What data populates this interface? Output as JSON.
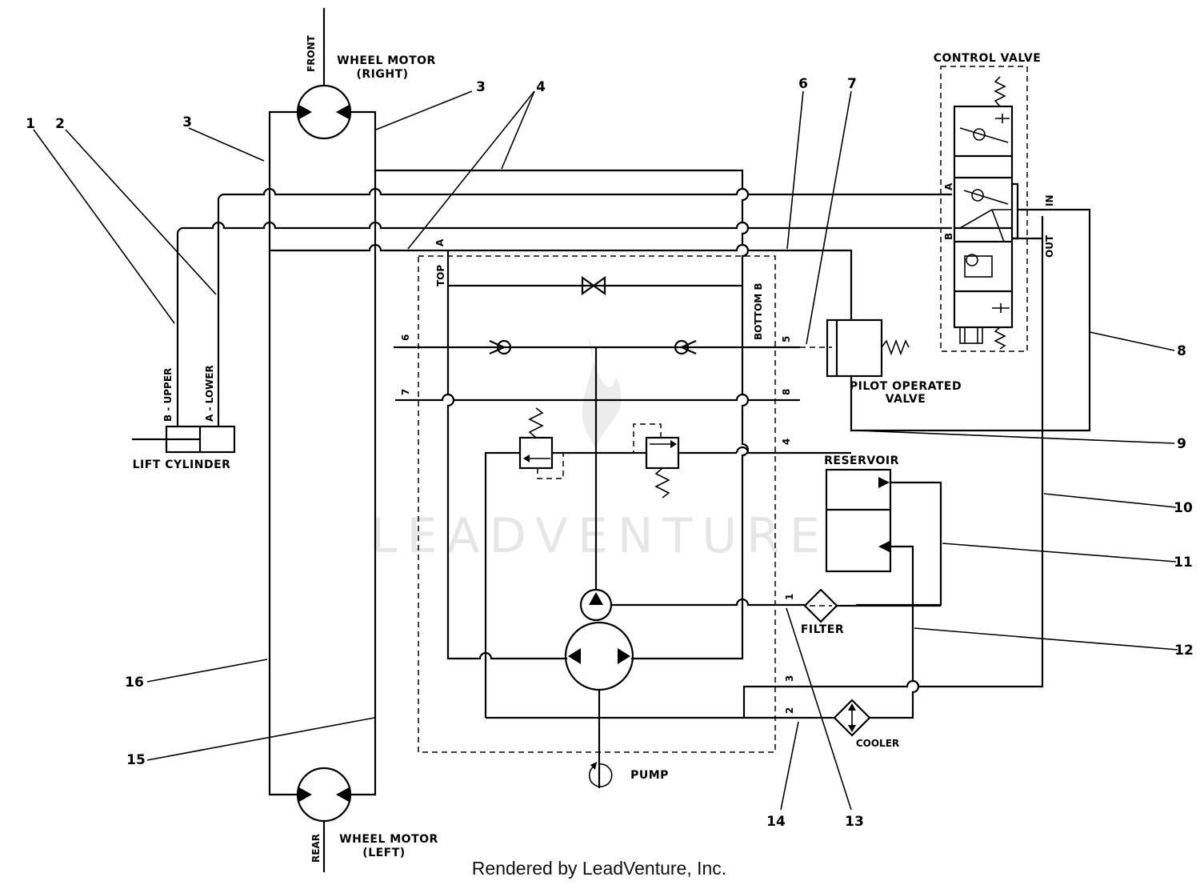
{
  "labels": {
    "wheel_motor_right": [
      "WHEEL MOTOR",
      "(RIGHT)"
    ],
    "wheel_motor_left": [
      "WHEEL MOTOR",
      "(LEFT)"
    ],
    "front": "FRONT",
    "rear": "REAR",
    "control_valve": "CONTROL VALVE",
    "pilot_operated_valve": [
      "PILOT OPERATED",
      "VALVE"
    ],
    "reservoir": "RESERVOIR",
    "filter": "FILTER",
    "cooler": "COOLER",
    "pump": "PUMP",
    "lift_cylinder": "LIFT CYLINDER",
    "b_upper": "B - UPPER",
    "a_lower": "A - LOWER",
    "top": "TOP",
    "bottom_b": "BOTTOM B",
    "port_a": "A",
    "cv_a": "A",
    "cv_b": "B",
    "cv_in": "IN",
    "cv_out": "OUT",
    "port_6": "6",
    "port_7": "7",
    "port_5": "5",
    "port_8": "8",
    "port_4": "4",
    "port_1": "1",
    "port_3": "3",
    "port_2": "2"
  },
  "callouts": [
    "1",
    "2",
    "3",
    "3",
    "4",
    "6",
    "7",
    "8",
    "9",
    "10",
    "11",
    "12",
    "13",
    "14",
    "15",
    "16"
  ],
  "watermark": "LEADVENTURE",
  "footer": "Rendered by LeadVenture, Inc."
}
